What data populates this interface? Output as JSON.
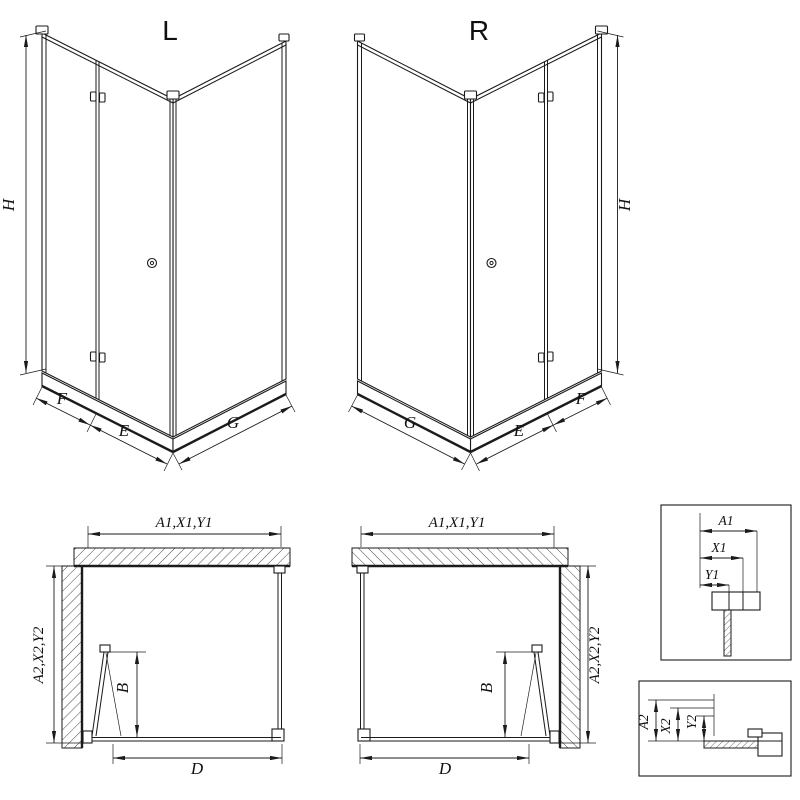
{
  "views": {
    "iso_left": {
      "title": "L",
      "h": "H",
      "f": "F",
      "e": "E",
      "g": "G"
    },
    "iso_right": {
      "title": "R",
      "h": "H",
      "f": "F",
      "e": "E",
      "g": "G"
    },
    "plan_left": {
      "width": "A1,X1,Y1",
      "depth": "A2,X2,Y2",
      "b": "B",
      "d": "D"
    },
    "plan_right": {
      "width": "A1,X1,Y1",
      "depth": "A2,X2,Y2",
      "b": "B",
      "d": "D"
    },
    "detail_width": {
      "a": "A1",
      "x": "X1",
      "y": "Y1"
    },
    "detail_depth": {
      "a": "A2",
      "x": "X2",
      "y": "Y2"
    }
  },
  "colors": {
    "line": "#1b1b1b",
    "background": "#ffffff"
  }
}
